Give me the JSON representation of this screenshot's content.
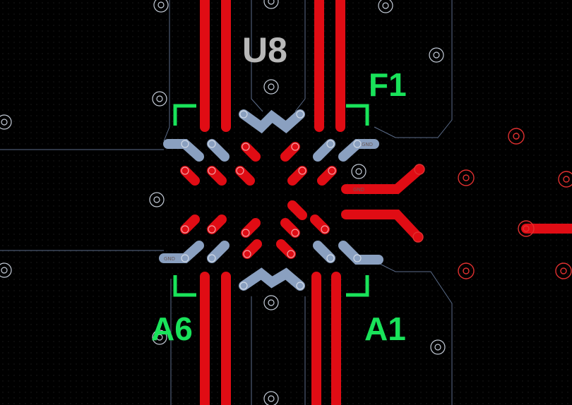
{
  "canvas": {
    "background": "#000000",
    "grid_color": "#2a2a2a"
  },
  "colors": {
    "top_copper": "#e00c14",
    "bottom_copper": "#8aa0c0",
    "silkscreen": "#19e35a",
    "refdes": "#b8b8b8",
    "outline": "#5b6c8a",
    "via_ring": "#c4ccd8",
    "via_red": "#e03030"
  },
  "labels": {
    "refdes": "U8",
    "pin_top_right": "F1",
    "pin_bottom_left": "A6",
    "pin_bottom_right": "A1"
  },
  "net_labels": {
    "gnd": "GND",
    "bottom_trace": "GND"
  }
}
